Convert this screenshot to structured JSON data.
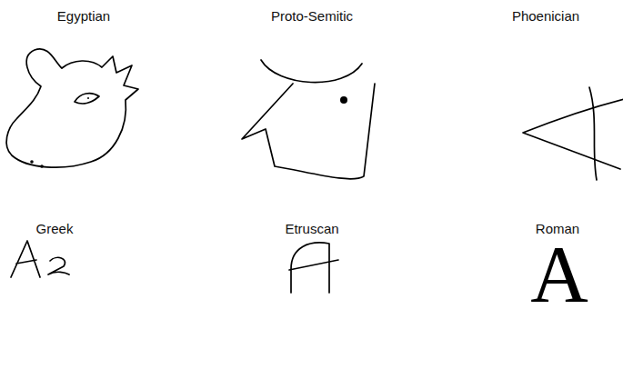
{
  "diagram": {
    "labels": [
      "Egyptian",
      "Proto-Semitic",
      "Phoenician",
      "Greek",
      "Etruscan",
      "Roman",
      "A"
    ]
  }
}
